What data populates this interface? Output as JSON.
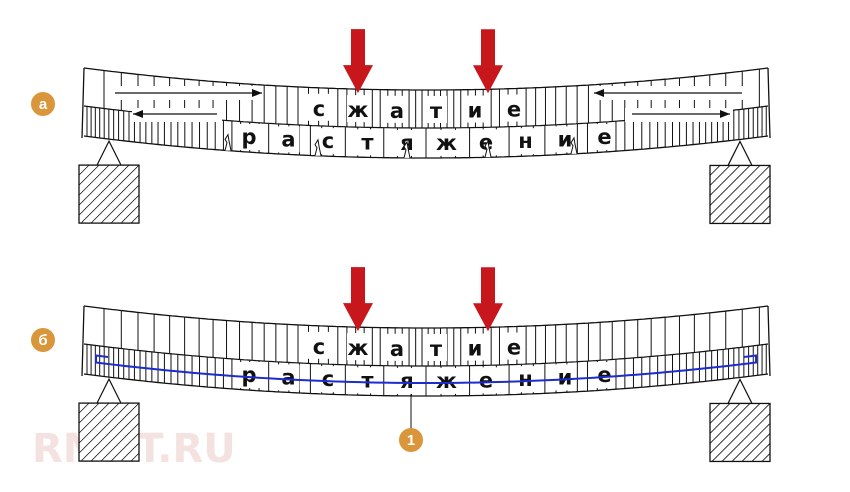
{
  "panels": [
    {
      "marker": "а",
      "top_word": "сжатие",
      "bottom_word": "растяжение",
      "cracks": true,
      "rebar": false
    },
    {
      "marker": "б",
      "top_word": "сжатие",
      "bottom_word": "растяжение",
      "cracks": false,
      "rebar": true
    }
  ],
  "rebar_marker": "1",
  "watermark": "RMNT.RU",
  "colors": {
    "badge": "#d9963a",
    "force_arrow": "#c8161d",
    "rebar": "#1c2ccf",
    "line": "#111111"
  }
}
